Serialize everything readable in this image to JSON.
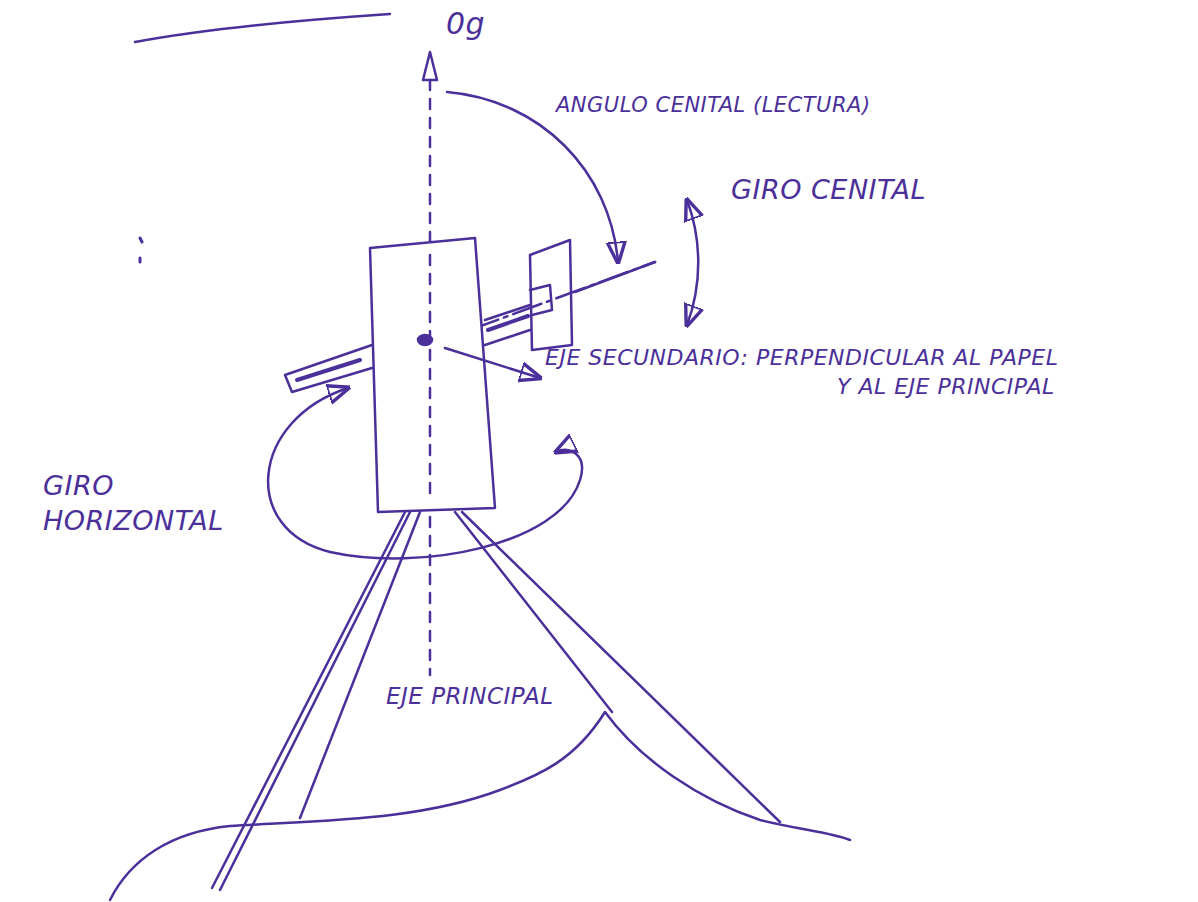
{
  "diagram": {
    "labels": [
      "0g",
      "ANGULO CENITAL (LECTURA)",
      "GIRO CENITAL",
      "EJE SECUNDARIO: PERPENDICULAR AL PAPEL Y AL EJE PRINCIPAL",
      "GIRO HORIZONTAL",
      "EJE PRINCIPAL"
    ]
  }
}
